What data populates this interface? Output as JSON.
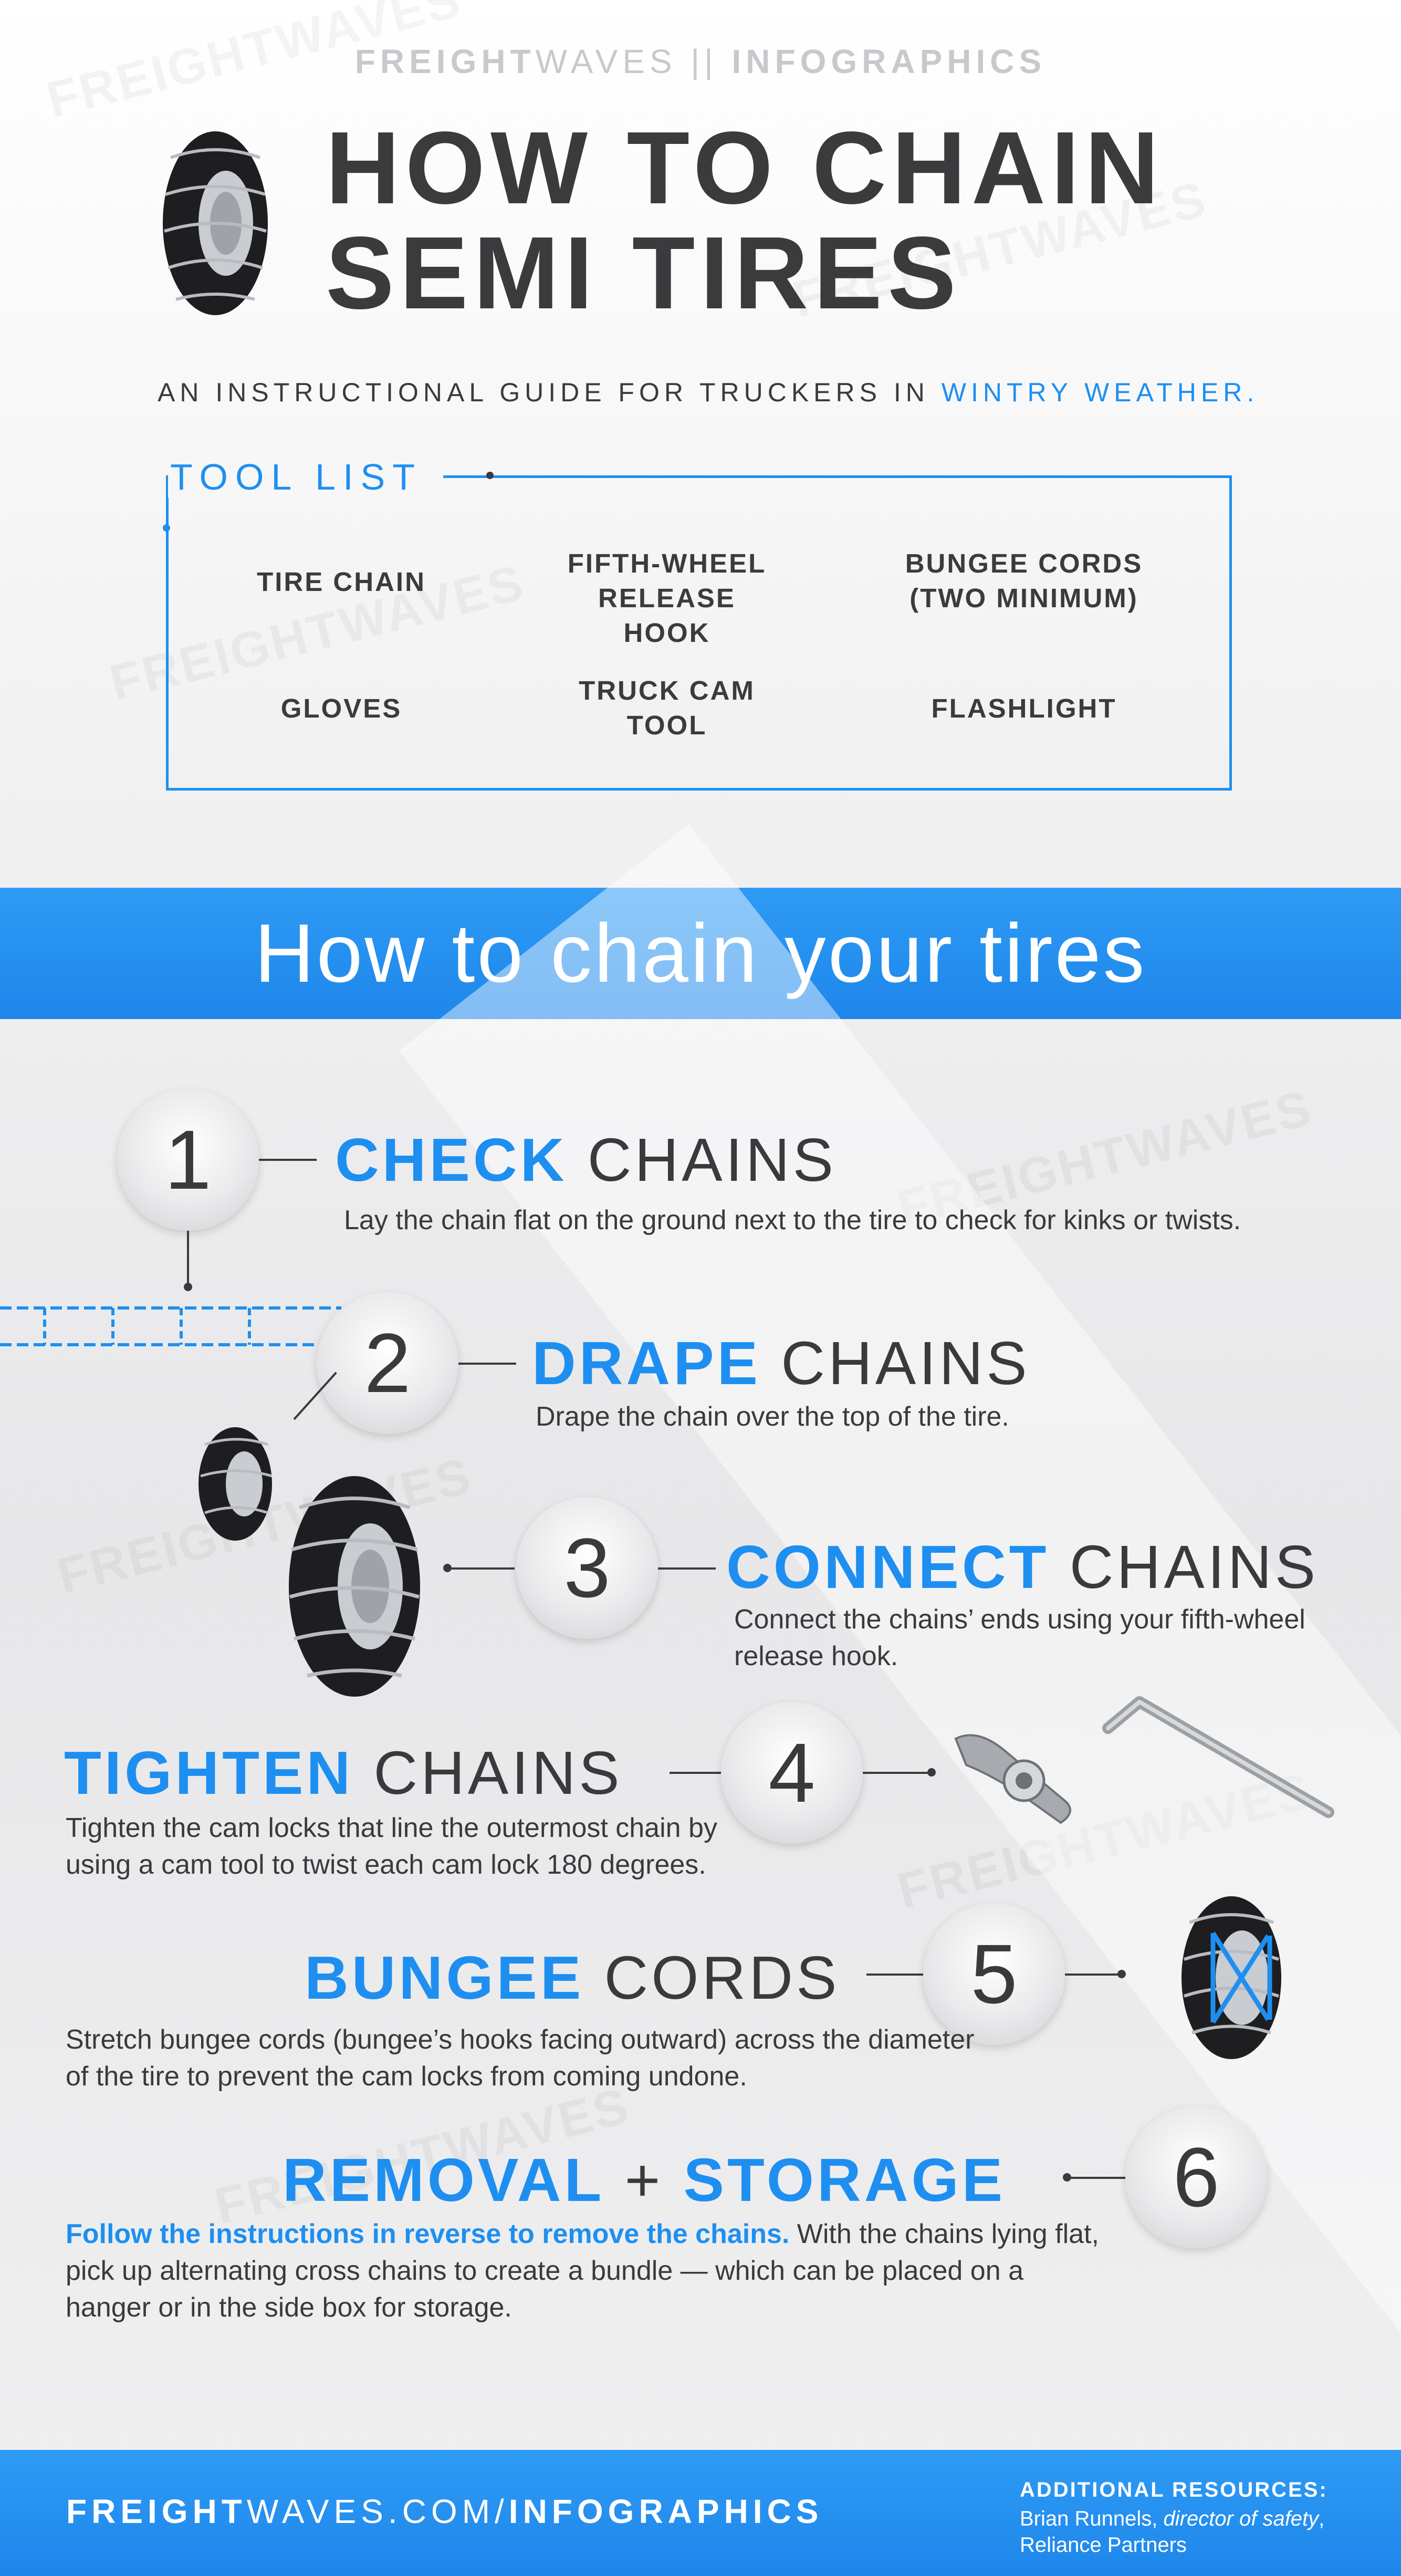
{
  "header": {
    "brand_bold": "FREIGHT",
    "brand_thin": "WAVES || ",
    "brand_bold2": "INFOGRAPHICS",
    "title_line1": "HOW TO CHAIN",
    "title_line2": "SEMI TIRES",
    "subtitle_main": "AN INSTRUCTIONAL GUIDE FOR TRUCKERS IN ",
    "subtitle_accent": "WINTRY WEATHER",
    "subtitle_end": "."
  },
  "watermark": "FREIGHTWAVES",
  "tool_list": {
    "title": "TOOL LIST",
    "items": [
      "TIRE CHAIN",
      "FIFTH-WHEEL RELEASE HOOK",
      "BUNGEE CORDS (TWO MINIMUM)",
      "GLOVES",
      "TRUCK CAM TOOL",
      "FLASHLIGHT"
    ]
  },
  "banner": {
    "text": "How to chain your tires"
  },
  "steps": [
    {
      "number": "1",
      "bold": "CHECK",
      "light": " CHAINS",
      "desc": "Lay the chain flat on the ground next to the tire to check for kinks or twists."
    },
    {
      "number": "2",
      "bold": "DRAPE",
      "light": " CHAINS",
      "desc": "Drape the chain over the top of the tire."
    },
    {
      "number": "3",
      "bold": "CONNECT",
      "light": " CHAINS",
      "desc": "Connect the chains’ ends using your fifth-wheel release hook."
    },
    {
      "number": "4",
      "bold": "TIGHTEN",
      "light": " CHAINS",
      "desc": "Tighten the cam locks that line the outermost chain by using a cam tool to twist each cam lock 180 degrees."
    },
    {
      "number": "5",
      "bold": "BUNGEE",
      "light": " CORDS",
      "desc": "Stretch bungee cords (bungee’s hooks facing outward) across the diameter of the tire to prevent the cam locks from coming undone."
    },
    {
      "number": "6",
      "bold": "REMOVAL",
      "plus": " + ",
      "bold2": "STORAGE",
      "desc_bold": "Follow the instructions in reverse to remove the chains.",
      "desc": " With the chains lying flat, pick up alternating cross chains to create a bundle — which can be placed on a hanger or in the side box for storage."
    }
  ],
  "footer": {
    "url_bold1": "FREIGHT",
    "url_thin": "WAVES.COM/",
    "url_bold2": "INFOGRAPHICS",
    "resources_title": "ADDITIONAL RESOURCES:",
    "resources_name": "Brian Runnels, ",
    "resources_role": "director of safety",
    "resources_comma": ",",
    "resources_org": "Reliance Partners"
  },
  "colors": {
    "accent": "#1e8ff0",
    "text": "#3a3a3c",
    "banner": "#2e9bf5"
  }
}
